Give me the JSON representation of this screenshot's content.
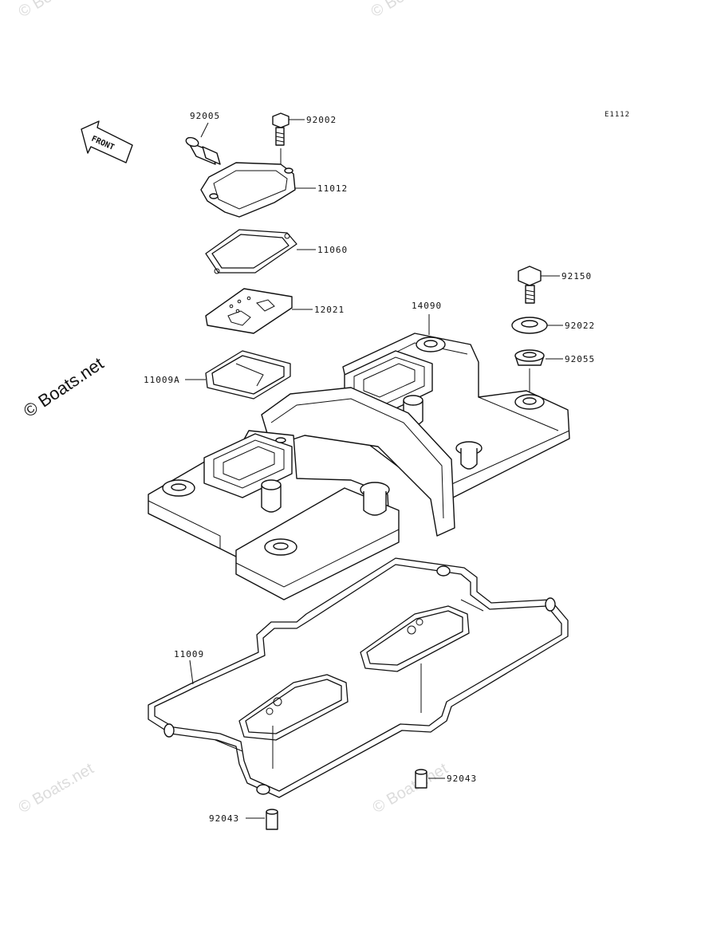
{
  "diagram": {
    "reference_code": "E1112",
    "front_label": "FRONT",
    "watermark_main": "© Boats.net",
    "watermark_faint": "© Boats.net",
    "part_labels": {
      "p92005": "92005",
      "p92002": "92002",
      "p11012": "11012",
      "p11060": "11060",
      "p12021": "12021",
      "p11009A": "11009A",
      "p14090": "14090",
      "p92150": "92150",
      "p92022": "92022",
      "p92055": "92055",
      "p11009": "11009",
      "p92043_right": "92043",
      "p92043_left": "92043"
    }
  }
}
